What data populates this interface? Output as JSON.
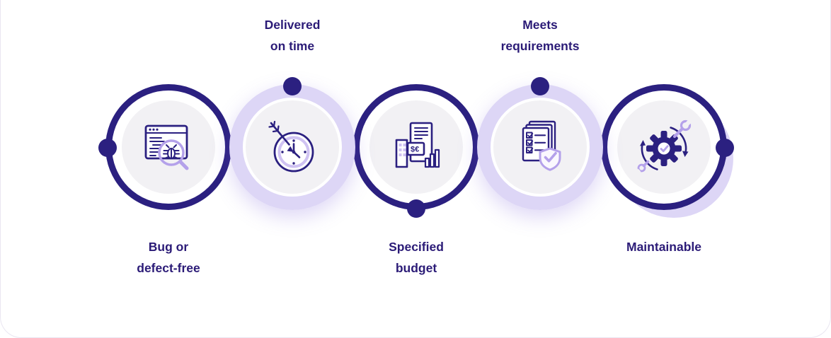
{
  "theme": {
    "navy": "#2b2080",
    "ink": "#2b1b77",
    "lavring": "#ddd6f6",
    "lavstroke": "#b4a1ea",
    "lavsoft": "#cfc2f2",
    "disc": "#f2f1f4",
    "border": "#e9e6f1",
    "bg": "#ffffff"
  },
  "items": [
    {
      "name": "bug-or-defect-free",
      "label_lines": [
        "Bug or",
        "defect-free"
      ],
      "label_position": "below",
      "icon": "bug-search-icon"
    },
    {
      "name": "delivered-on-time",
      "label_lines": [
        "Delivered",
        "on time"
      ],
      "label_position": "above",
      "icon": "clock-arrow-icon"
    },
    {
      "name": "specified-budget",
      "label_lines": [
        "Specified",
        "budget"
      ],
      "label_position": "below",
      "icon": "budget-documents-icon",
      "icon_text": "$€"
    },
    {
      "name": "meets-requirements",
      "label_lines": [
        "Meets",
        "requirements"
      ],
      "label_position": "above",
      "icon": "checklist-shield-icon"
    },
    {
      "name": "maintainable",
      "label_lines": [
        "Maintainable"
      ],
      "label_position": "below",
      "icon": "gear-refresh-wrench-icon"
    }
  ]
}
